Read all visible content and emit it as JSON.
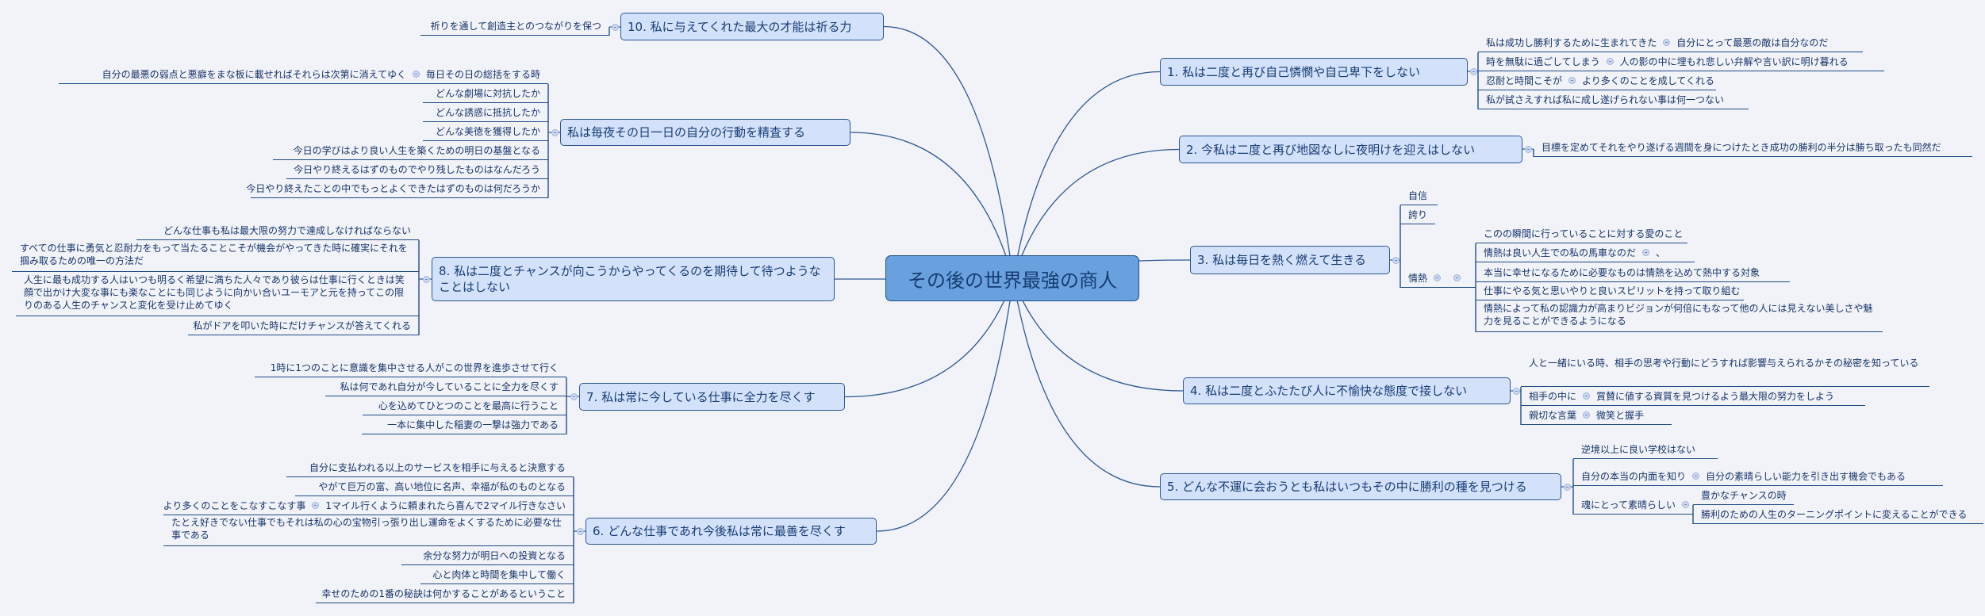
{
  "central_topic": "その後の世界最強の商人",
  "colors": {
    "background": "#f2f3f8",
    "central_fill": "#69a1df",
    "topic_fill": "#d3e1fb",
    "border": "#1e4a87"
  },
  "branches": [
    {
      "title": "1. 私は二度と再び自己憐憫や自己卑下をしない",
      "children": [
        {
          "text": "私は成功し勝利するために生まれてきた",
          "sub": [
            {
              "text": "自分にとって最悪の敵は自分なのだ"
            }
          ]
        },
        {
          "text": "時を無駄に過ごしてしまう",
          "sub": [
            {
              "text": "人の影の中に埋もれ悲しい弁解や言い訳に明け暮れる"
            }
          ]
        },
        {
          "text": "忍耐と時間こそが",
          "sub": [
            {
              "text": "より多くのことを成してくれる"
            }
          ]
        },
        {
          "text": "私が試さえすれば私に成し遂げられない事は何一つない"
        }
      ]
    },
    {
      "title": "2.  今私は二度と再び地図なしに夜明けを迎えはしない",
      "children": [
        {
          "text": "目標を定めてそれをやり遂げる週間を身につけたとき成功の勝利の半分は勝ち取ったも同然だ"
        }
      ]
    },
    {
      "title": "3. 私は毎日を熱く燃えて生きる",
      "children": [
        {
          "text": "自信"
        },
        {
          "text": "誇り"
        },
        {
          "text": "情熱",
          "sub": [
            {
              "text": "このの瞬間に行っていることに対する愛のこと"
            },
            {
              "text": "情熱は良い人生での私の馬車なのだ",
              "sub": [
                {
                  "text": "、"
                }
              ]
            },
            {
              "text": "本当に幸せになるために必要なものは情熱を込めて熱中する対象"
            },
            {
              "text": "仕事にやる気と思いやりと良いスピリットを持って取り組む"
            },
            {
              "text": "情熱によって私の認識力が高まりビジョンが何倍にもなって他の人には見えない美しさや魅力を見ることができるようになる"
            }
          ]
        }
      ]
    },
    {
      "title": "4. 私は二度とふたたび人に不愉快な態度で接しない",
      "children": [
        {
          "text": "人と一緒にいる時、相手の思考や行動にどうすれば影響与えられるかその秘密を知っている"
        },
        {
          "text": "相手の中に",
          "sub": [
            {
              "text": "賞賛に値する資質を見つけるよう最大限の努力をしよう"
            }
          ]
        },
        {
          "text": "親切な言葉",
          "sub": [
            {
              "text": "微笑と握手"
            }
          ]
        }
      ]
    },
    {
      "title": "5. どんな不運に会おうとも私はいつもその中に勝利の種を見つける",
      "children": [
        {
          "text": "逆境以上に良い学校はない"
        },
        {
          "text": "自分の本当の内面を知り",
          "sub": [
            {
              "text": "自分の素晴らしい能力を引き出す機会でもある"
            }
          ]
        },
        {
          "text": "魂にとって素晴らしい",
          "sub": [
            {
              "text": "豊かなチャンスの時"
            },
            {
              "text": "勝利のための人生のターニングポイントに変えることができる"
            }
          ]
        }
      ]
    },
    {
      "title": "6. どんな仕事であれ今後私は常に最善を尽くす",
      "children": [
        {
          "text": "自分に支払われる以上のサービスを相手に与えると決意する"
        },
        {
          "text": "やがて巨万の富、高い地位に名声、幸福が私のものとなる"
        },
        {
          "text": "1マイル行くように頼まれたら喜んで2マイル行きなさい",
          "sub": [
            {
              "text": "より多くのことをこなすこなす事"
            }
          ]
        },
        {
          "text": "たとえ好きでない仕事でもそれは私の心の宝物引っ張り出し運命をよくするために必要な仕事である"
        },
        {
          "text": "余分な努力が明日への投資となる"
        },
        {
          "text": "心と肉体と時間を集中して働く"
        },
        {
          "text": "幸せのための1番の秘訣は何かすることがあるということ"
        }
      ]
    },
    {
      "title": "7. 私は常に今している仕事に全力を尽くす",
      "children": [
        {
          "text": "1時に1つのことに意識を集中させる人がこの世界を進歩させて行く"
        },
        {
          "text": "私は何であれ自分が今していることに全力を尽くす"
        },
        {
          "text": "心を込めてひとつのことを最高に行うこと"
        },
        {
          "text": "一本に集中した稲妻の一撃は強力である"
        }
      ]
    },
    {
      "title": "8. 私は二度とチャンスが向こうからやってくるのを期待して待つようなことはしない",
      "children": [
        {
          "text": "どんな仕事も私は最大限の努力で達成しなければならない"
        },
        {
          "text": "すべての仕事に勇気と忍耐力をもって当たることこそが機会がやってきた時に確実にそれを掴み取るための唯一の方法だ"
        },
        {
          "text": "人生に最も成功する人はいつも明るく希望に満ちた人々であり彼らは仕事に行くときは笑顔で出かけ大変な事にも楽なことにも同じように向かい合いユーモアと元を持ってこの限りのある人生のチャンスと変化を受け止めてゆく"
        },
        {
          "text": "私がドアを叩いた時にだけチャンスが答えてくれる"
        }
      ]
    },
    {
      "title": "私は毎夜その日一日の自分の行動を精査する",
      "children": [
        {
          "text": "毎日その日の総括をする時",
          "sub": [
            {
              "text": "自分の最悪の弱点と悪癖をまな板に載せればそれらは次第に消えてゆく"
            }
          ]
        },
        {
          "text": "どんな劇場に対抗したか"
        },
        {
          "text": "どんな誘惑に抵抗したか"
        },
        {
          "text": "どんな美徳を獲得したか"
        },
        {
          "text": "今日の学びはより良い人生を築くための明日の基盤となる"
        },
        {
          "text": "今日やり終えるはずのものでやり残したものはなんだろう"
        },
        {
          "text": "今日やり終えたことの中でもっとよくできたはずのものは何だろうか"
        }
      ]
    },
    {
      "title": "10. 私に与えてくれた最大の才能は祈る力",
      "children": [
        {
          "text": "祈りを通して創造主とのつながりを保つ"
        }
      ]
    }
  ]
}
